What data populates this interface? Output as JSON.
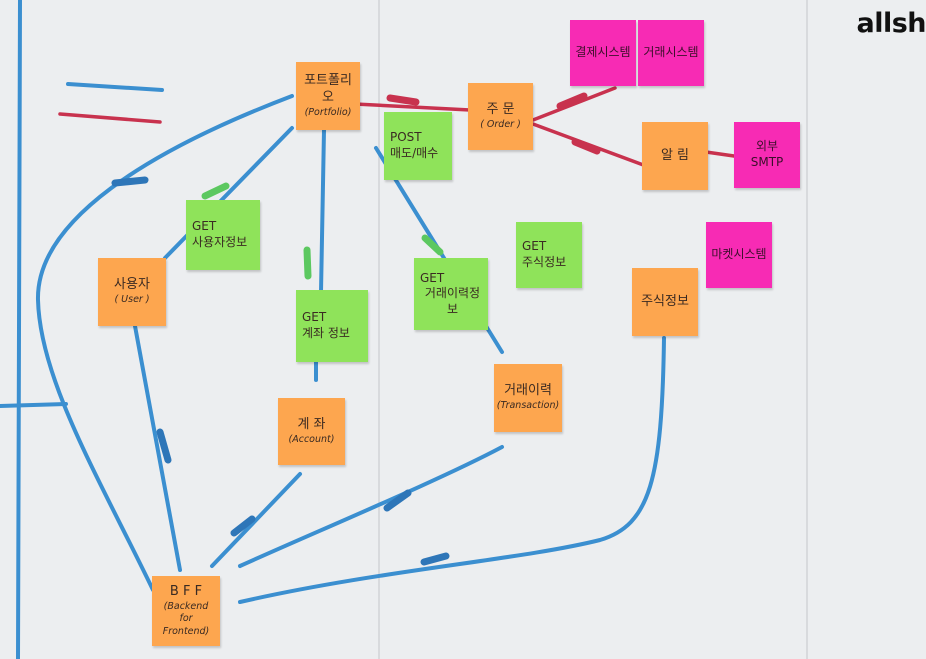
{
  "logo": "allsh",
  "colors": {
    "board": "#eceef0",
    "blue_line": "#3b8fd0",
    "red_line": "#c8324e",
    "orange": "#fda64f",
    "green": "#8fe35a",
    "pink": "#f72bb4"
  },
  "notes": {
    "portfolio": {
      "main": "포트폴리오",
      "sub": "(Portfolio)"
    },
    "order": {
      "main": "주 문",
      "sub": "( Order )"
    },
    "user": {
      "main": "사용자",
      "sub": "( User )"
    },
    "account": {
      "main": "계 좌",
      "sub": "(Account)"
    },
    "transaction": {
      "main": "거래이력",
      "sub": "(Transaction)"
    },
    "stock_info": {
      "main": "주식정보"
    },
    "notification": {
      "main": "알 림"
    },
    "bff": {
      "main": "B F F",
      "sub1": "(Backend",
      "sub2": "for Frontend)"
    },
    "get_user_info": {
      "line1": "GET",
      "line2": "사용자정보"
    },
    "get_account_info": {
      "line1": "GET",
      "line2": "계좌 정보"
    },
    "get_transaction_history": {
      "line1": "GET",
      "line2": "거래이력정보"
    },
    "get_stock_info": {
      "line1": "GET",
      "line2": "주식정보"
    },
    "post_trade": {
      "line1": "POST",
      "line2": "매도/매수"
    },
    "ext_settlement": {
      "main": "결제시스템"
    },
    "ext_exchange": {
      "main": "거래시스템"
    },
    "ext_smtp": {
      "line1": "외부",
      "line2": "SMTP"
    },
    "ext_market": {
      "main": "마켓시스템"
    }
  }
}
